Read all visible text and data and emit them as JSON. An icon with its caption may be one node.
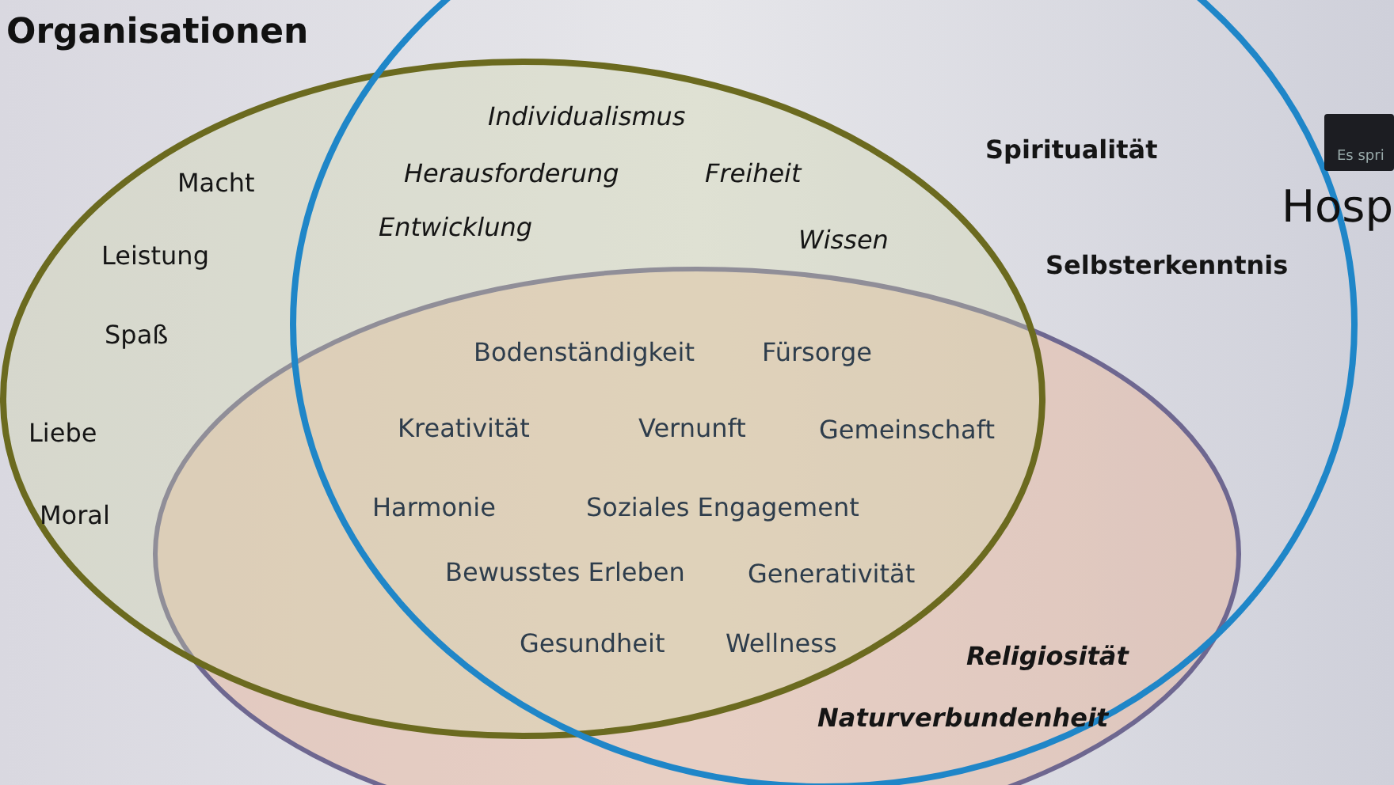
{
  "diagram": {
    "nodes": [
      {
        "text": [
          "Organisationen"
        ]
      },
      {
        "text": [
          "Hosp"
        ]
      },
      {
        "text": [],
        "shape": "ellipse"
      }
    ],
    "labels": [
      "Individualismus",
      "Spiritualität",
      "Es spri",
      "Herausforderung",
      "Freiheit",
      "Macht",
      "Entwicklung",
      "Wissen",
      "Leistung",
      "Selbsterkenntnis",
      "Spaß",
      "Bodenständigkeit",
      "Fürsorge",
      "Liebe",
      "Kreativität",
      "Vernunft",
      "Gemeinschaft",
      "Moral",
      "Harmonie",
      "Soziales Engagement",
      "Bewusstes Erleben",
      "Generativität",
      "Gesundheit",
      "Wellness",
      "Religiosität",
      "Naturverbundenheit"
    ]
  }
}
